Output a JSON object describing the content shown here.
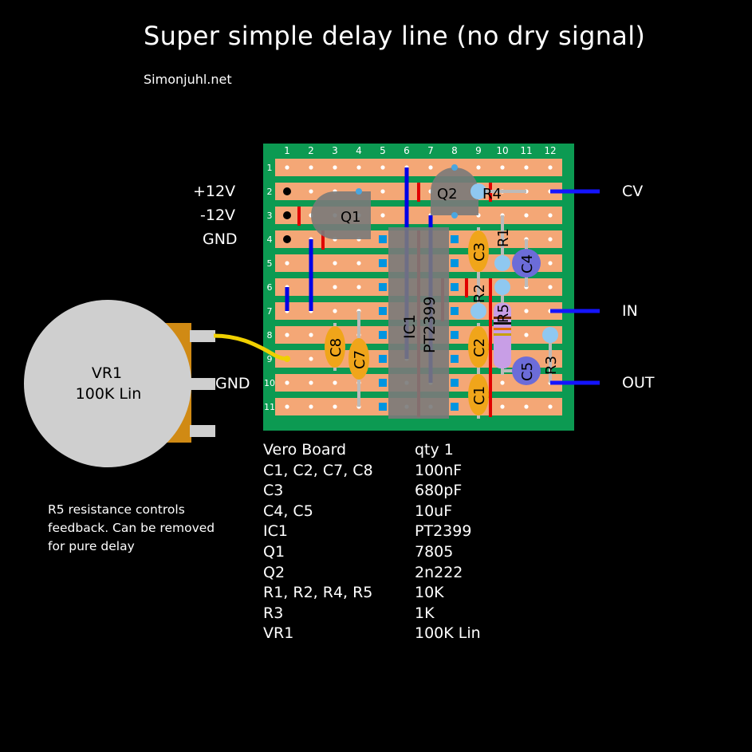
{
  "title": "Super simple delay line (no dry signal)",
  "site": "Simonjuhl.net",
  "board": {
    "columns": [
      "1",
      "2",
      "3",
      "4",
      "5",
      "6",
      "7",
      "8",
      "9",
      "10",
      "11",
      "12"
    ],
    "rows": [
      "1",
      "2",
      "3",
      "4",
      "5",
      "6",
      "7",
      "8",
      "9",
      "10",
      "11"
    ]
  },
  "power_labels": {
    "plus12": "+12V",
    "minus12": "-12V",
    "gnd": "GND"
  },
  "io_labels": {
    "cv": "CV",
    "in": "IN",
    "out": "OUT",
    "gnd": "GND"
  },
  "components": {
    "q1": "Q1",
    "q2": "Q2",
    "ic1": "IC1",
    "ic1_part": "PT2399",
    "r1": "R1",
    "r2": "R2",
    "r3": "R3",
    "r4": "R4",
    "r5": "R5",
    "c1": "C1",
    "c2": "C2",
    "c3": "C3",
    "c4": "C4",
    "c5": "C5",
    "c7": "C7",
    "c8": "C8"
  },
  "pot": {
    "name": "VR1",
    "value": "100K Lin"
  },
  "note": "R5 resistance controls feedback. Can be removed for pure delay",
  "bom": [
    {
      "ref": "Vero Board",
      "value": "qty 1"
    },
    {
      "ref": "C1, C2, C7, C8",
      "value": "100nF"
    },
    {
      "ref": "C3",
      "value": "680pF"
    },
    {
      "ref": "C4, C5",
      "value": "10uF"
    },
    {
      "ref": "IC1",
      "value": "PT2399"
    },
    {
      "ref": "Q1",
      "value": "7805"
    },
    {
      "ref": "Q2",
      "value": "2n222"
    },
    {
      "ref": "R1, R2, R4, R5",
      "value": "10K"
    },
    {
      "ref": "R3",
      "value": "1K"
    },
    {
      "ref": "VR1",
      "value": "100K Lin"
    }
  ],
  "colors": {
    "board": "#0c9a52",
    "strip": "#f4a776",
    "cut": "#e00000",
    "link": "#0000e6",
    "wire": "#1414ff",
    "ic": "#7a7a7a",
    "cap_ceramic": "#f0a51a",
    "cap_electrolytic": "#6c6cd8",
    "resistor": "#8fc8f0",
    "r5_body": "#c89ee6",
    "pot": "#cfcfcf",
    "pot_bracket": "#d08a14",
    "yellow_wire": "#f0d000"
  }
}
